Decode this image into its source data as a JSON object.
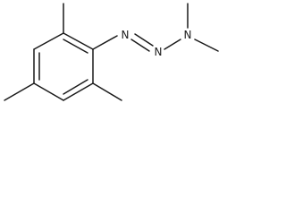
{
  "molecule": {
    "atoms": {
      "n1": "N",
      "n2": "N",
      "n3": "N"
    }
  },
  "colors": {
    "ink": "#1a1a1a",
    "background": "#ffffff"
  }
}
